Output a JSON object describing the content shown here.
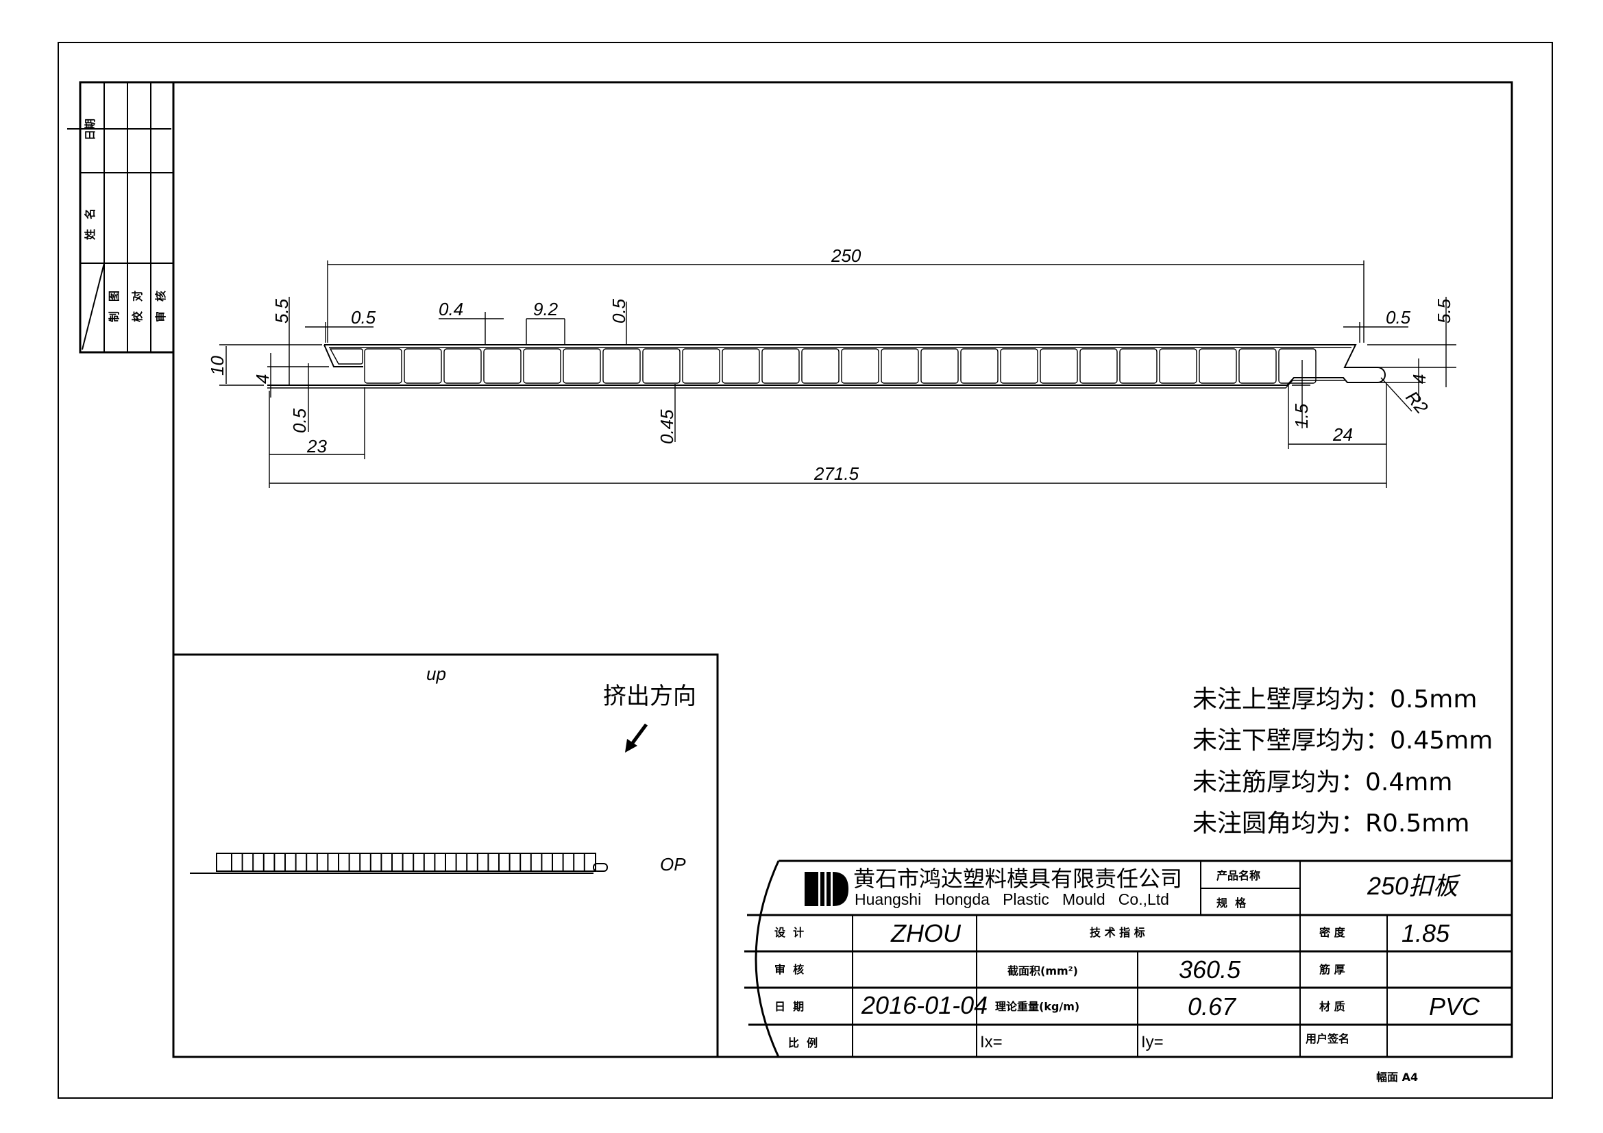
{
  "left_strip": {
    "date_label": "日期",
    "name_label": "姓名",
    "drawn_label": "制图",
    "checked_label": "校对",
    "reviewed_label": "审核"
  },
  "dimensions": {
    "overall_top_width": "250",
    "overall_width": "271.5",
    "left_flange": "23",
    "right_tongue": "24",
    "left_top_wall": "0.5",
    "rib_thickness": "0.4",
    "rib_pitch": "9.2",
    "top_wall": "0.5",
    "bottom_wall": "0.45",
    "left_step_height": "5.5",
    "total_height": "10",
    "left_flange_height": "4",
    "left_bottom_wall": "0.5",
    "right_top_wall": "0.5",
    "right_step_height": "5.5",
    "right_tongue_height": "4",
    "right_radius": "R2",
    "right_step": "1.5"
  },
  "notes": [
    "未注上壁厚均为：0.5mm",
    "未注下壁厚均为：0.45mm",
    "未注筋厚均为：0.4mm",
    "未注圆角均为：R0.5mm"
  ],
  "view": {
    "up_label": "up",
    "extrusion_label": "挤出方向",
    "op_label": "OP"
  },
  "title_block": {
    "company_cn": "黄石市鸿达塑料模具有限责任公司",
    "company_en": "Huangshi   Hongda   Plastic   Mould   Co.,Ltd",
    "product_name_label": "产品名称",
    "spec_label": "规  格",
    "product_name": "250扣板",
    "design_label": "设  计",
    "designer": "ZHOU",
    "tech_label": "技 术 指 标",
    "density_label": "密 度",
    "density": "1.85",
    "review_label": "审  核",
    "area_label": "截面积(mm²)",
    "area": "360.5",
    "rib_label": "筋 厚",
    "date_label": "日  期",
    "date": "2016-01-04",
    "weight_label": "理论重量(kg/m)",
    "weight": "0.67",
    "material_label": "材 质",
    "material": "PVC",
    "scale_label": "比  例",
    "ix": "Ix=",
    "iy": "Iy=",
    "signature_label": "用户签名"
  },
  "sheet_size": "幅面 A4"
}
